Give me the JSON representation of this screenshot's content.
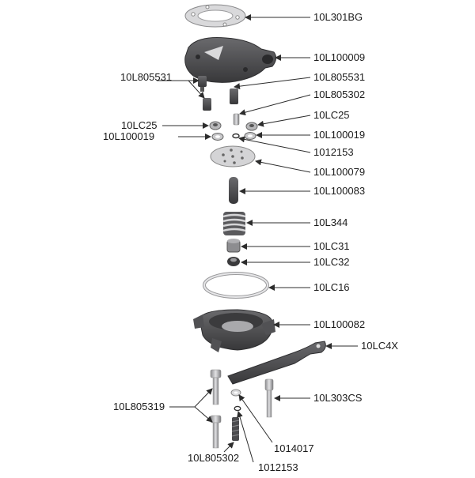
{
  "diagram": {
    "labels": {
      "l_10L301BG": "10L301BG",
      "l_10L100009": "10L100009",
      "l_10L805531_left": "10L805531",
      "l_10L805531_right": "10L805531",
      "l_10L805302_top": "10L805302",
      "l_10LC25_right": "10LC25",
      "l_10LC25_left": "10LC25",
      "l_10L100019_right": "10L100019",
      "l_10L100019_left": "10L100019",
      "l_1012153_top": "1012153",
      "l_10L100079": "10L100079",
      "l_10L100083": "10L100083",
      "l_10L344": "10L344",
      "l_10LC31": "10LC31",
      "l_10LC32": "10LC32",
      "l_10LC16": "10LC16",
      "l_10L100082": "10L100082",
      "l_10LC4X": "10LC4X",
      "l_10L303CS": "10L303CS",
      "l_10L805319": "10L805319",
      "l_1014017": "1014017",
      "l_10L805302_bottom": "10L805302",
      "l_1012153_bottom": "1012153"
    },
    "colors": {
      "part_dark": "#4a4a4c",
      "part_mid": "#7b7b7e",
      "part_light": "#c9c9cb",
      "gasket": "#d7d7d9",
      "leader": "#2c2c2c"
    }
  }
}
